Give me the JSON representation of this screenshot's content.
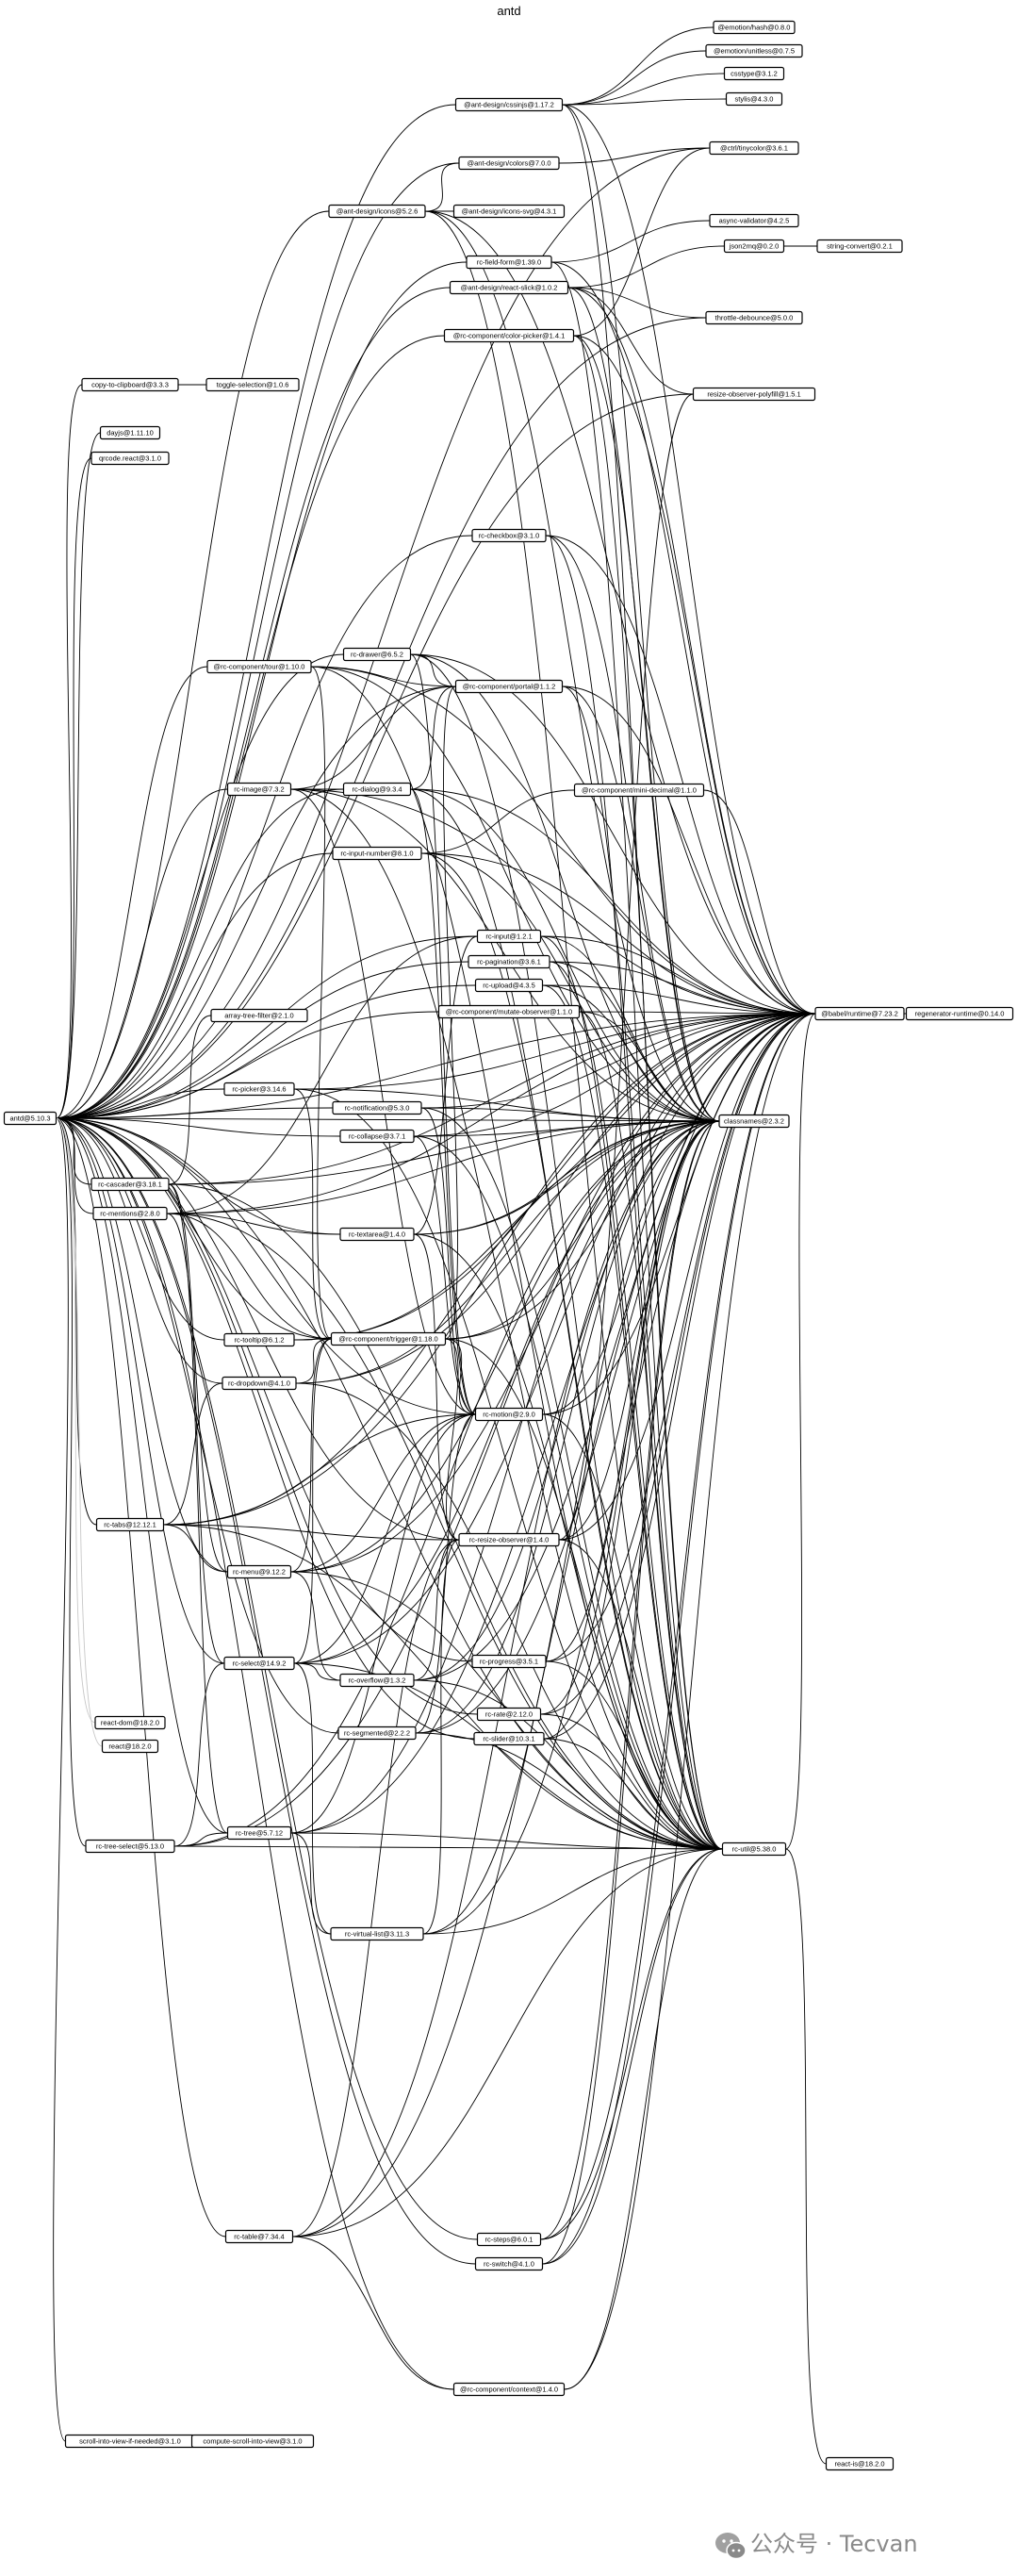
{
  "title": "antd",
  "watermark": {
    "text": "公众号 · Tecvan",
    "icon": "wechat-icon"
  },
  "colors": {
    "stroke": "#000000",
    "faint_edge": "#c8c8c8",
    "background": "#ffffff",
    "watermark": "#8a8a8a"
  },
  "nodes": [
    {
      "id": "antd",
      "label": "antd@5.10.3"
    },
    {
      "id": "emhash",
      "label": "@emotion/hash@0.8.0"
    },
    {
      "id": "emunitless",
      "label": "@emotion/unitless@0.7.5"
    },
    {
      "id": "csstype",
      "label": "csstype@3.1.2"
    },
    {
      "id": "stylis",
      "label": "stylis@4.3.0"
    },
    {
      "id": "cssinjs",
      "label": "@ant-design/cssinjs@1.17.2"
    },
    {
      "id": "ctrltw",
      "label": "@ctrl/tinycolor@3.6.1"
    },
    {
      "id": "adcolors",
      "label": "@ant-design/colors@7.0.0"
    },
    {
      "id": "adicons",
      "label": "@ant-design/icons@5.2.6"
    },
    {
      "id": "adiconssvg",
      "label": "@ant-design/icons-svg@4.3.1"
    },
    {
      "id": "asyncval",
      "label": "async-validator@4.2.5"
    },
    {
      "id": "fieldform",
      "label": "rc-field-form@1.39.0"
    },
    {
      "id": "json2mq",
      "label": "json2mq@0.2.0"
    },
    {
      "id": "strconv",
      "label": "string-convert@0.2.1"
    },
    {
      "id": "reactslick",
      "label": "@ant-design/react-slick@1.0.2"
    },
    {
      "id": "throttle",
      "label": "throttle-debounce@5.0.0"
    },
    {
      "id": "colorpicker",
      "label": "@rc-component/color-picker@1.4.1"
    },
    {
      "id": "resizepoly",
      "label": "resize-observer-polyfill@1.5.1"
    },
    {
      "id": "copyclip",
      "label": "copy-to-clipboard@3.3.3"
    },
    {
      "id": "togglesel",
      "label": "toggle-selection@1.0.6"
    },
    {
      "id": "dayjs",
      "label": "dayjs@1.11.10"
    },
    {
      "id": "qrcode",
      "label": "qrcode.react@3.1.0"
    },
    {
      "id": "checkbox",
      "label": "rc-checkbox@3.1.0"
    },
    {
      "id": "drawer",
      "label": "rc-drawer@6.5.2"
    },
    {
      "id": "tour",
      "label": "@rc-component/tour@1.10.0"
    },
    {
      "id": "portal",
      "label": "@rc-component/portal@1.1.2"
    },
    {
      "id": "image",
      "label": "rc-image@7.3.2"
    },
    {
      "id": "dialog",
      "label": "rc-dialog@9.3.4"
    },
    {
      "id": "minidecimal",
      "label": "@rc-component/mini-decimal@1.1.0"
    },
    {
      "id": "inputnumber",
      "label": "rc-input-number@8.1.0"
    },
    {
      "id": "input",
      "label": "rc-input@1.2.1"
    },
    {
      "id": "pagination",
      "label": "rc-pagination@3.6.1"
    },
    {
      "id": "upload",
      "label": "rc-upload@4.3.5"
    },
    {
      "id": "mutateobs",
      "label": "@rc-component/mutate-observer@1.1.0"
    },
    {
      "id": "babelrt",
      "label": "@babel/runtime@7.23.2"
    },
    {
      "id": "regenerator",
      "label": "regenerator-runtime@0.14.0"
    },
    {
      "id": "arraytree",
      "label": "array-tree-filter@2.1.0"
    },
    {
      "id": "picker",
      "label": "rc-picker@3.14.6"
    },
    {
      "id": "notification",
      "label": "rc-notification@5.3.0"
    },
    {
      "id": "classnames",
      "label": "classnames@2.3.2"
    },
    {
      "id": "collapse",
      "label": "rc-collapse@3.7.1"
    },
    {
      "id": "cascader",
      "label": "rc-cascader@3.18.1"
    },
    {
      "id": "mentions",
      "label": "rc-mentions@2.8.0"
    },
    {
      "id": "textarea",
      "label": "rc-textarea@1.4.0"
    },
    {
      "id": "tooltip",
      "label": "rc-tooltip@6.1.2"
    },
    {
      "id": "trigger",
      "label": "@rc-component/trigger@1.18.0"
    },
    {
      "id": "dropdown",
      "label": "rc-dropdown@4.1.0"
    },
    {
      "id": "motion",
      "label": "rc-motion@2.9.0"
    },
    {
      "id": "tabs",
      "label": "rc-tabs@12.12.1"
    },
    {
      "id": "resizeobs",
      "label": "rc-resize-observer@1.4.0"
    },
    {
      "id": "menu",
      "label": "rc-menu@9.12.2"
    },
    {
      "id": "progress",
      "label": "rc-progress@3.5.1"
    },
    {
      "id": "select",
      "label": "rc-select@14.9.2"
    },
    {
      "id": "overflow",
      "label": "rc-overflow@1.3.2"
    },
    {
      "id": "rate",
      "label": "rc-rate@2.12.0"
    },
    {
      "id": "slider",
      "label": "rc-slider@10.3.1"
    },
    {
      "id": "reactdom",
      "label": "react-dom@18.2.0"
    },
    {
      "id": "react",
      "label": "react@18.2.0"
    },
    {
      "id": "segmented",
      "label": "rc-segmented@2.2.2"
    },
    {
      "id": "treeselect",
      "label": "rc-tree-select@5.13.0"
    },
    {
      "id": "tree",
      "label": "rc-tree@5.7.12"
    },
    {
      "id": "util",
      "label": "rc-util@5.38.0"
    },
    {
      "id": "virtual",
      "label": "rc-virtual-list@3.11.3"
    },
    {
      "id": "table",
      "label": "rc-table@7.34.4"
    },
    {
      "id": "steps",
      "label": "rc-steps@6.0.1"
    },
    {
      "id": "switch",
      "label": "rc-switch@4.1.0"
    },
    {
      "id": "context",
      "label": "@rc-component/context@1.4.0"
    },
    {
      "id": "reactis",
      "label": "react-is@18.2.0"
    },
    {
      "id": "scrollifneeded",
      "label": "scroll-into-view-if-needed@3.1.0"
    },
    {
      "id": "computescroll",
      "label": "compute-scroll-into-view@3.1.0"
    }
  ],
  "edges": [
    [
      "antd",
      "cssinjs"
    ],
    [
      "antd",
      "ctrltw"
    ],
    [
      "antd",
      "adcolors"
    ],
    [
      "antd",
      "adicons"
    ],
    [
      "antd",
      "fieldform"
    ],
    [
      "antd",
      "reactslick"
    ],
    [
      "antd",
      "colorpicker"
    ],
    [
      "antd",
      "copyclip"
    ],
    [
      "antd",
      "dayjs"
    ],
    [
      "antd",
      "qrcode"
    ],
    [
      "antd",
      "checkbox"
    ],
    [
      "antd",
      "drawer"
    ],
    [
      "antd",
      "tour"
    ],
    [
      "antd",
      "image"
    ],
    [
      "antd",
      "dialog"
    ],
    [
      "antd",
      "inputnumber"
    ],
    [
      "antd",
      "input"
    ],
    [
      "antd",
      "pagination"
    ],
    [
      "antd",
      "upload"
    ],
    [
      "antd",
      "mutateobs"
    ],
    [
      "antd",
      "babelrt"
    ],
    [
      "antd",
      "picker"
    ],
    [
      "antd",
      "notification"
    ],
    [
      "antd",
      "classnames"
    ],
    [
      "antd",
      "collapse"
    ],
    [
      "antd",
      "cascader"
    ],
    [
      "antd",
      "mentions"
    ],
    [
      "antd",
      "textarea"
    ],
    [
      "antd",
      "tooltip"
    ],
    [
      "antd",
      "dropdown"
    ],
    [
      "antd",
      "motion"
    ],
    [
      "antd",
      "tabs"
    ],
    [
      "antd",
      "resizeobs"
    ],
    [
      "antd",
      "menu"
    ],
    [
      "antd",
      "progress"
    ],
    [
      "antd",
      "select"
    ],
    [
      "antd",
      "rate"
    ],
    [
      "antd",
      "slider"
    ],
    [
      "antd",
      "segmented"
    ],
    [
      "antd",
      "treeselect"
    ],
    [
      "antd",
      "tree"
    ],
    [
      "antd",
      "util"
    ],
    [
      "antd",
      "table"
    ],
    [
      "antd",
      "steps"
    ],
    [
      "antd",
      "switch"
    ],
    [
      "antd",
      "scrollifneeded"
    ],
    [
      "antd",
      "throttle"
    ],
    [
      "antd",
      "resizepoly"
    ],
    [
      "antd",
      "trigger"
    ],
    [
      "antd",
      "portal"
    ],
    [
      "antd",
      "context"
    ],
    [
      "cssinjs",
      "emhash"
    ],
    [
      "cssinjs",
      "emunitless"
    ],
    [
      "cssinjs",
      "csstype"
    ],
    [
      "cssinjs",
      "stylis"
    ],
    [
      "cssinjs",
      "babelrt"
    ],
    [
      "cssinjs",
      "classnames"
    ],
    [
      "cssinjs",
      "util"
    ],
    [
      "adicons",
      "adcolors"
    ],
    [
      "adicons",
      "adiconssvg"
    ],
    [
      "adicons",
      "babelrt"
    ],
    [
      "adicons",
      "classnames"
    ],
    [
      "adicons",
      "util"
    ],
    [
      "adcolors",
      "ctrltw"
    ],
    [
      "fieldform",
      "asyncval"
    ],
    [
      "fieldform",
      "babelrt"
    ],
    [
      "fieldform",
      "util"
    ],
    [
      "reactslick",
      "json2mq"
    ],
    [
      "reactslick",
      "throttle"
    ],
    [
      "reactslick",
      "resizepoly"
    ],
    [
      "reactslick",
      "babelrt"
    ],
    [
      "reactslick",
      "classnames"
    ],
    [
      "json2mq",
      "strconv"
    ],
    [
      "colorpicker",
      "ctrltw"
    ],
    [
      "colorpicker",
      "babelrt"
    ],
    [
      "colorpicker",
      "classnames"
    ],
    [
      "colorpicker",
      "util"
    ],
    [
      "copyclip",
      "togglesel"
    ],
    [
      "checkbox",
      "babelrt"
    ],
    [
      "checkbox",
      "classnames"
    ],
    [
      "checkbox",
      "util"
    ],
    [
      "drawer",
      "portal"
    ],
    [
      "drawer",
      "motion"
    ],
    [
      "drawer",
      "babelrt"
    ],
    [
      "drawer",
      "classnames"
    ],
    [
      "drawer",
      "util"
    ],
    [
      "tour",
      "portal"
    ],
    [
      "tour",
      "trigger"
    ],
    [
      "tour",
      "babelrt"
    ],
    [
      "tour",
      "classnames"
    ],
    [
      "tour",
      "util"
    ],
    [
      "portal",
      "babelrt"
    ],
    [
      "portal",
      "classnames"
    ],
    [
      "portal",
      "util"
    ],
    [
      "image",
      "dialog"
    ],
    [
      "image",
      "portal"
    ],
    [
      "image",
      "motion"
    ],
    [
      "image",
      "babelrt"
    ],
    [
      "image",
      "classnames"
    ],
    [
      "image",
      "util"
    ],
    [
      "dialog",
      "portal"
    ],
    [
      "dialog",
      "motion"
    ],
    [
      "dialog",
      "babelrt"
    ],
    [
      "dialog",
      "classnames"
    ],
    [
      "dialog",
      "util"
    ],
    [
      "inputnumber",
      "minidecimal"
    ],
    [
      "inputnumber",
      "babelrt"
    ],
    [
      "inputnumber",
      "classnames"
    ],
    [
      "inputnumber",
      "util"
    ],
    [
      "minidecimal",
      "babelrt"
    ],
    [
      "input",
      "babelrt"
    ],
    [
      "input",
      "classnames"
    ],
    [
      "input",
      "util"
    ],
    [
      "pagination",
      "babelrt"
    ],
    [
      "pagination",
      "classnames"
    ],
    [
      "pagination",
      "util"
    ],
    [
      "upload",
      "babelrt"
    ],
    [
      "upload",
      "classnames"
    ],
    [
      "upload",
      "util"
    ],
    [
      "mutateobs",
      "babelrt"
    ],
    [
      "mutateobs",
      "classnames"
    ],
    [
      "mutateobs",
      "util"
    ],
    [
      "babelrt",
      "regenerator"
    ],
    [
      "picker",
      "trigger"
    ],
    [
      "picker",
      "babelrt"
    ],
    [
      "picker",
      "classnames"
    ],
    [
      "picker",
      "util"
    ],
    [
      "notification",
      "motion"
    ],
    [
      "notification",
      "babelrt"
    ],
    [
      "notification",
      "classnames"
    ],
    [
      "notification",
      "util"
    ],
    [
      "collapse",
      "motion"
    ],
    [
      "collapse",
      "babelrt"
    ],
    [
      "collapse",
      "classnames"
    ],
    [
      "collapse",
      "util"
    ],
    [
      "cascader",
      "arraytree"
    ],
    [
      "cascader",
      "select"
    ],
    [
      "cascader",
      "tree"
    ],
    [
      "cascader",
      "babelrt"
    ],
    [
      "cascader",
      "classnames"
    ],
    [
      "cascader",
      "util"
    ],
    [
      "mentions",
      "trigger"
    ],
    [
      "mentions",
      "input"
    ],
    [
      "mentions",
      "menu"
    ],
    [
      "mentions",
      "textarea"
    ],
    [
      "mentions",
      "babelrt"
    ],
    [
      "mentions",
      "classnames"
    ],
    [
      "mentions",
      "util"
    ],
    [
      "textarea",
      "input"
    ],
    [
      "textarea",
      "resizeobs"
    ],
    [
      "textarea",
      "babelrt"
    ],
    [
      "textarea",
      "classnames"
    ],
    [
      "textarea",
      "util"
    ],
    [
      "tooltip",
      "trigger"
    ],
    [
      "tooltip",
      "babelrt"
    ],
    [
      "tooltip",
      "classnames"
    ],
    [
      "trigger",
      "portal"
    ],
    [
      "trigger",
      "motion"
    ],
    [
      "trigger",
      "resizeobs"
    ],
    [
      "trigger",
      "babelrt"
    ],
    [
      "trigger",
      "classnames"
    ],
    [
      "trigger",
      "util"
    ],
    [
      "dropdown",
      "trigger"
    ],
    [
      "dropdown",
      "babelrt"
    ],
    [
      "dropdown",
      "classnames"
    ],
    [
      "dropdown",
      "util"
    ],
    [
      "motion",
      "babelrt"
    ],
    [
      "motion",
      "classnames"
    ],
    [
      "motion",
      "util"
    ],
    [
      "tabs",
      "dropdown"
    ],
    [
      "tabs",
      "menu"
    ],
    [
      "tabs",
      "motion"
    ],
    [
      "tabs",
      "resizeobs"
    ],
    [
      "tabs",
      "babelrt"
    ],
    [
      "tabs",
      "classnames"
    ],
    [
      "tabs",
      "util"
    ],
    [
      "resizeobs",
      "resizepoly"
    ],
    [
      "resizeobs",
      "babelrt"
    ],
    [
      "resizeobs",
      "classnames"
    ],
    [
      "resizeobs",
      "util"
    ],
    [
      "menu",
      "trigger"
    ],
    [
      "menu",
      "motion"
    ],
    [
      "menu",
      "overflow"
    ],
    [
      "menu",
      "babelrt"
    ],
    [
      "menu",
      "classnames"
    ],
    [
      "menu",
      "util"
    ],
    [
      "progress",
      "babelrt"
    ],
    [
      "progress",
      "classnames"
    ],
    [
      "progress",
      "util"
    ],
    [
      "select",
      "trigger"
    ],
    [
      "select",
      "motion"
    ],
    [
      "select",
      "overflow"
    ],
    [
      "select",
      "virtual"
    ],
    [
      "select",
      "babelrt"
    ],
    [
      "select",
      "classnames"
    ],
    [
      "select",
      "util"
    ],
    [
      "overflow",
      "resizeobs"
    ],
    [
      "overflow",
      "babelrt"
    ],
    [
      "overflow",
      "classnames"
    ],
    [
      "overflow",
      "util"
    ],
    [
      "rate",
      "babelrt"
    ],
    [
      "rate",
      "classnames"
    ],
    [
      "rate",
      "util"
    ],
    [
      "slider",
      "babelrt"
    ],
    [
      "slider",
      "classnames"
    ],
    [
      "slider",
      "util"
    ],
    [
      "segmented",
      "motion"
    ],
    [
      "segmented",
      "babelrt"
    ],
    [
      "segmented",
      "classnames"
    ],
    [
      "segmented",
      "util"
    ],
    [
      "treeselect",
      "select"
    ],
    [
      "treeselect",
      "tree"
    ],
    [
      "treeselect",
      "babelrt"
    ],
    [
      "treeselect",
      "classnames"
    ],
    [
      "treeselect",
      "util"
    ],
    [
      "tree",
      "motion"
    ],
    [
      "tree",
      "virtual"
    ],
    [
      "tree",
      "babelrt"
    ],
    [
      "tree",
      "classnames"
    ],
    [
      "tree",
      "util"
    ],
    [
      "util",
      "babelrt"
    ],
    [
      "util",
      "reactis"
    ],
    [
      "virtual",
      "resizeobs"
    ],
    [
      "virtual",
      "babelrt"
    ],
    [
      "virtual",
      "classnames"
    ],
    [
      "virtual",
      "util"
    ],
    [
      "table",
      "context"
    ],
    [
      "table",
      "resizeobs"
    ],
    [
      "table",
      "babelrt"
    ],
    [
      "table",
      "classnames"
    ],
    [
      "table",
      "util"
    ],
    [
      "steps",
      "babelrt"
    ],
    [
      "steps",
      "classnames"
    ],
    [
      "steps",
      "util"
    ],
    [
      "switch",
      "babelrt"
    ],
    [
      "switch",
      "classnames"
    ],
    [
      "switch",
      "util"
    ],
    [
      "context",
      "babelrt"
    ],
    [
      "context",
      "util"
    ],
    [
      "scrollifneeded",
      "computescroll"
    ]
  ],
  "faint_edges": [
    [
      "antd",
      "reactdom"
    ],
    [
      "antd",
      "react"
    ]
  ]
}
